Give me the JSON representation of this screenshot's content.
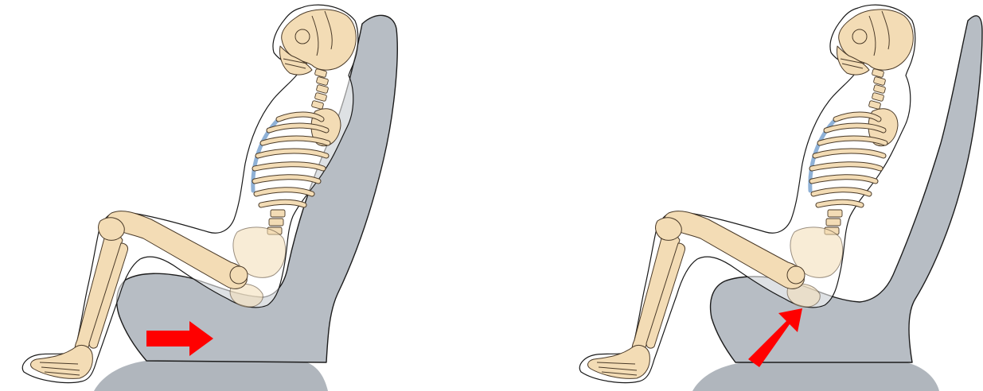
{
  "colors": {
    "seat": "#b7bdc4",
    "bone": "#f3dcb5",
    "bone_outline": "#4a3a28",
    "cartilage": "#8fb1d6",
    "arrow": "#ff0000",
    "background": "#ffffff"
  },
  "panels": [
    {
      "name": "left-panel",
      "arrow_direction": "right"
    },
    {
      "name": "right-panel",
      "arrow_direction": "up-right"
    }
  ]
}
